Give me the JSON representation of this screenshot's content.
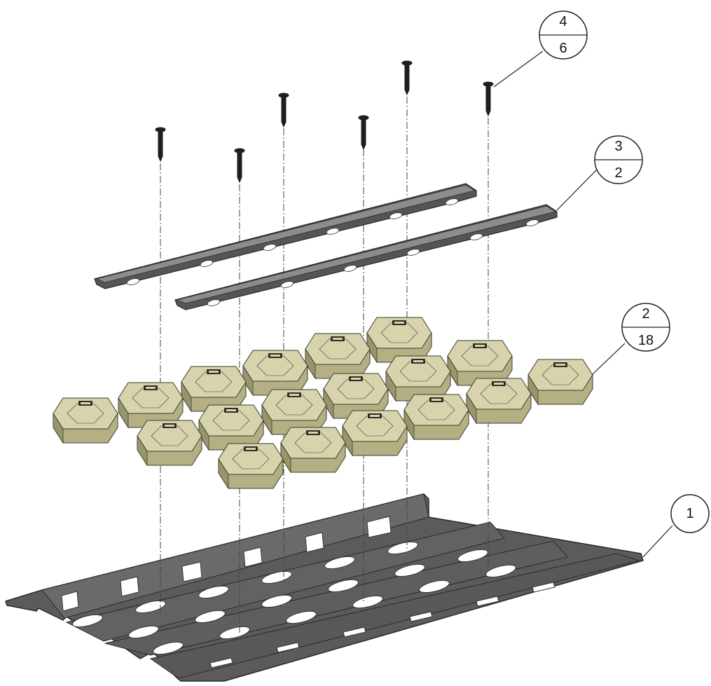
{
  "balloons": [
    {
      "item": "4",
      "qty": "6"
    },
    {
      "item": "3",
      "qty": "2"
    },
    {
      "item": "2",
      "qty": "18"
    },
    {
      "item": "1",
      "qty": ""
    }
  ],
  "colors": {
    "tray": "#5b5b5b",
    "tray_dark": "#3a3a3a",
    "tray_light": "#8a8a8a",
    "slot": "#ffffff",
    "strip": "#555555",
    "strip_light": "#8c8c8c",
    "pad_top": "#d7d3ac",
    "pad_side": "#b4b083",
    "pad_side_dark": "#99956b",
    "pad_edge": "#3b3b30",
    "screw": "#1e1e1e",
    "centerline": "#444444",
    "balloon_stroke": "#222222"
  }
}
